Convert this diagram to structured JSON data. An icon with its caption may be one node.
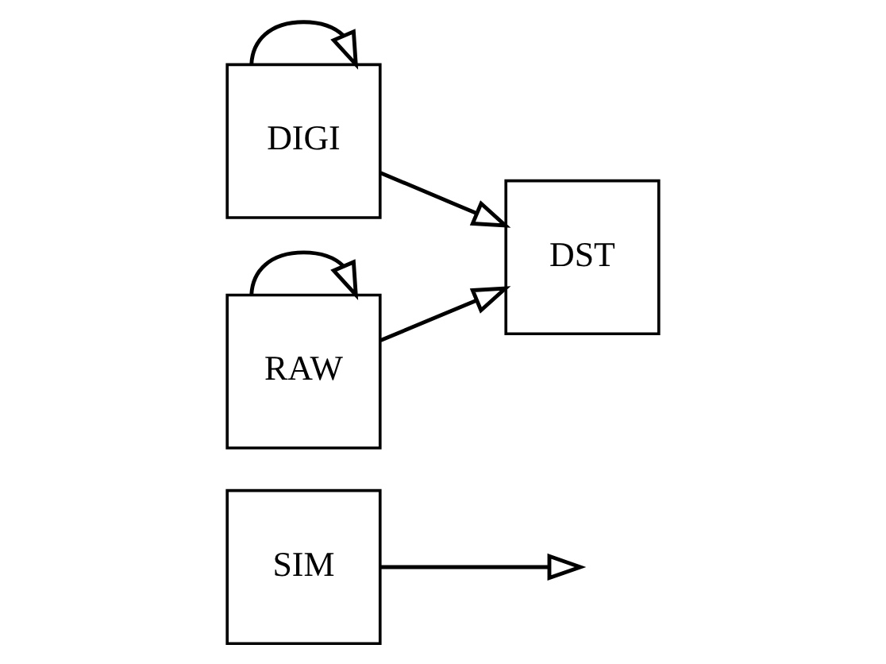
{
  "diagram": {
    "nodes": [
      {
        "text": [
          "SIM"
        ]
      },
      {
        "text": [
          "DIGI"
        ]
      },
      {
        "text": [
          "RAW"
        ]
      },
      {
        "text": [
          "DST"
        ]
      }
    ],
    "edges": [
      {
        "from": 0,
        "to": null,
        "arrow": "to"
      },
      {
        "from": 1,
        "to": 1,
        "arrow": "to"
      },
      {
        "from": 2,
        "to": 2,
        "arrow": "to"
      },
      {
        "from": 1,
        "to": 3,
        "arrow": "to"
      },
      {
        "from": 2,
        "to": 3,
        "arrow": "to"
      }
    ]
  }
}
